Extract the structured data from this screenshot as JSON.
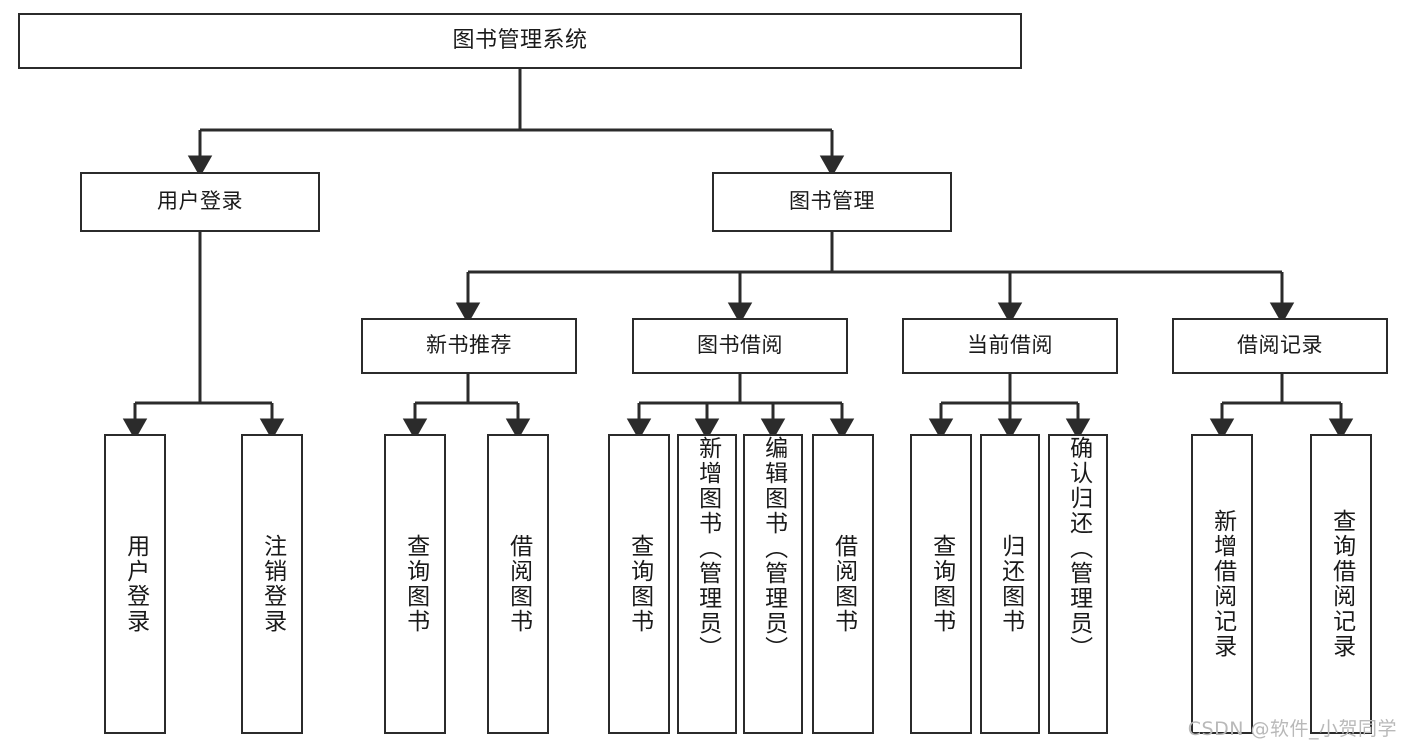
{
  "diagram": {
    "type": "tree-hierarchy-chart",
    "title": "图书管理系统",
    "stroke_color": "#2b2b2b",
    "fill_color": "#ffffff",
    "text_color": "#1a1a1a",
    "watermark": "CSDN @软件_小贺同学",
    "levels": {
      "level1": [
        {
          "id": "root",
          "label": "图书管理系统"
        }
      ],
      "level2": [
        {
          "id": "user-login",
          "label": "用户登录"
        },
        {
          "id": "book-manage",
          "label": "图书管理"
        }
      ],
      "level3": [
        {
          "id": "new-book-recommend",
          "label": "新书推荐"
        },
        {
          "id": "book-borrow",
          "label": "图书借阅"
        },
        {
          "id": "current-borrow",
          "label": "当前借阅"
        },
        {
          "id": "borrow-record",
          "label": "借阅记录"
        }
      ],
      "level4": [
        {
          "id": "leaf-user-login",
          "label": "用户登录",
          "parent": "user-login"
        },
        {
          "id": "leaf-logout",
          "label": "注销登录",
          "parent": "user-login"
        },
        {
          "id": "leaf-query-book-1",
          "label": "查询图书",
          "parent": "new-book-recommend"
        },
        {
          "id": "leaf-borrow-book-1",
          "label": "借阅图书",
          "parent": "new-book-recommend"
        },
        {
          "id": "leaf-query-book-2",
          "label": "查询图书",
          "parent": "book-borrow"
        },
        {
          "id": "leaf-add-book",
          "label": "新增图书（管理员）",
          "parent": "book-borrow"
        },
        {
          "id": "leaf-edit-book",
          "label": "编辑图书（管理员）",
          "parent": "book-borrow"
        },
        {
          "id": "leaf-borrow-book-2",
          "label": "借阅图书",
          "parent": "book-borrow"
        },
        {
          "id": "leaf-query-book-3",
          "label": "查询图书",
          "parent": "current-borrow"
        },
        {
          "id": "leaf-return-book",
          "label": "归还图书",
          "parent": "current-borrow"
        },
        {
          "id": "leaf-confirm-return",
          "label": "确认归还（管理员）",
          "parent": "current-borrow"
        },
        {
          "id": "leaf-add-record",
          "label": "新增借阅记录",
          "parent": "borrow-record"
        },
        {
          "id": "leaf-query-record",
          "label": "查询借阅记录",
          "parent": "borrow-record"
        }
      ]
    }
  }
}
